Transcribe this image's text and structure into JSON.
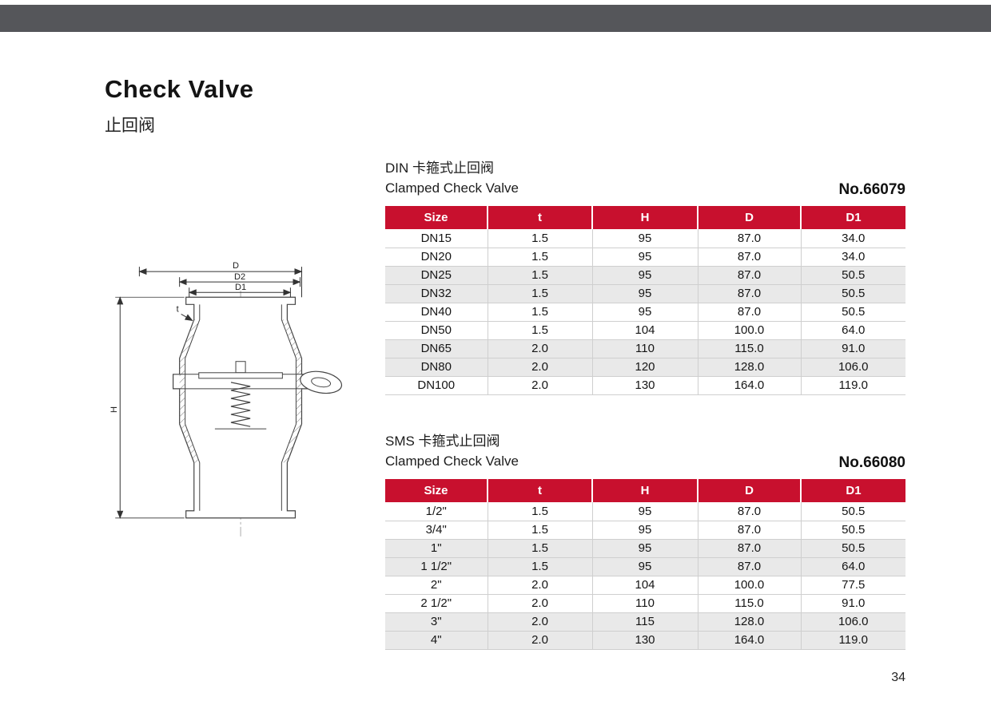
{
  "page": {
    "title": "Check Valve",
    "subtitle_cn": "止回阀",
    "page_number": "34"
  },
  "drawing": {
    "labels": {
      "D": "D",
      "D2": "D2",
      "D1": "D1",
      "t": "t",
      "H": "H"
    }
  },
  "sections": [
    {
      "heading_cn": "DIN 卡箍式止回阀",
      "heading_en": "Clamped Check Valve",
      "model_no": "No.66079",
      "table": {
        "headers": [
          "Size",
          "t",
          "H",
          "D",
          "D1"
        ],
        "rows": [
          [
            "DN15",
            "1.5",
            "95",
            "87.0",
            "34.0"
          ],
          [
            "DN20",
            "1.5",
            "95",
            "87.0",
            "34.0"
          ],
          [
            "DN25",
            "1.5",
            "95",
            "87.0",
            "50.5"
          ],
          [
            "DN32",
            "1.5",
            "95",
            "87.0",
            "50.5"
          ],
          [
            "DN40",
            "1.5",
            "95",
            "87.0",
            "50.5"
          ],
          [
            "DN50",
            "1.5",
            "104",
            "100.0",
            "64.0"
          ],
          [
            "DN65",
            "2.0",
            "110",
            "115.0",
            "91.0"
          ],
          [
            "DN80",
            "2.0",
            "120",
            "128.0",
            "106.0"
          ],
          [
            "DN100",
            "2.0",
            "130",
            "164.0",
            "119.0"
          ]
        ]
      }
    },
    {
      "heading_cn": "SMS 卡箍式止回阀",
      "heading_en": "Clamped Check Valve",
      "model_no": "No.66080",
      "table": {
        "headers": [
          "Size",
          "t",
          "H",
          "D",
          "D1"
        ],
        "rows": [
          [
            "1/2\"",
            "1.5",
            "95",
            "87.0",
            "50.5"
          ],
          [
            "3/4\"",
            "1.5",
            "95",
            "87.0",
            "50.5"
          ],
          [
            "1\"",
            "1.5",
            "95",
            "87.0",
            "50.5"
          ],
          [
            "1 1/2\"",
            "1.5",
            "95",
            "87.0",
            "64.0"
          ],
          [
            "2\"",
            "2.0",
            "104",
            "100.0",
            "77.5"
          ],
          [
            "2 1/2\"",
            "2.0",
            "110",
            "115.0",
            "91.0"
          ],
          [
            "3\"",
            "2.0",
            "115",
            "128.0",
            "106.0"
          ],
          [
            "4\"",
            "2.0",
            "130",
            "164.0",
            "119.0"
          ]
        ]
      }
    }
  ],
  "colors": {
    "accent_red": "#c8102e",
    "topbar_gray": "#55565a",
    "row_alt": "#e9e9e9"
  }
}
